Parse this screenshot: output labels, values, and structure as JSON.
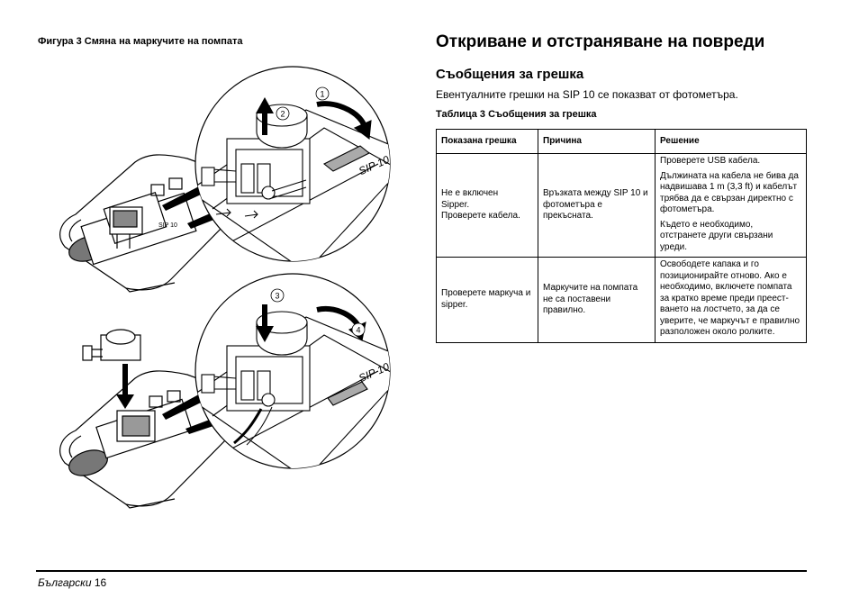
{
  "figure": {
    "caption": "Фигура 3 Смяна на маркучите на помпата",
    "callouts": [
      "1",
      "2",
      "3",
      "4"
    ],
    "device_label": "SIP 10",
    "device_label_small": "SIP 10"
  },
  "section": {
    "title": "Откриване и отстраняване на повреди",
    "subtitle": "Съобщения за грешка",
    "intro": "Евентуалните грешки на SIP 10 се показват от фотометъра."
  },
  "table": {
    "caption": "Таблица 3 Съобщения за грешка",
    "headers": [
      "Показана грешка",
      "Причина",
      "Решение"
    ],
    "rows": [
      {
        "error": [
          "Не е включен",
          "Sipper.",
          "Проверете кабела."
        ],
        "cause": "Връзката между SIP 10 и фотометъра е прекъсната.",
        "solution": [
          "Проверете USB кабела.",
          "Дължината на кабела не бива да надвишава 1 m (3,3 ft) и кабелът трябва да е свързан директно с фотометъра.",
          "Където е необходимо, отстранете други свързани уреди."
        ]
      },
      {
        "error": [
          "Проверете маркуча и sipper."
        ],
        "cause": "Маркучите на помпата не са поставени правилно.",
        "solution": [
          "Освободете капака и го позиционирайте отново. Ако е необходимо, включете помпата за кратко време преди преест­ването на лостчето, за да се уверите, че маркучът е правилно разположен около ролките."
        ]
      }
    ]
  },
  "footer": {
    "language": "Български",
    "page": "16"
  }
}
